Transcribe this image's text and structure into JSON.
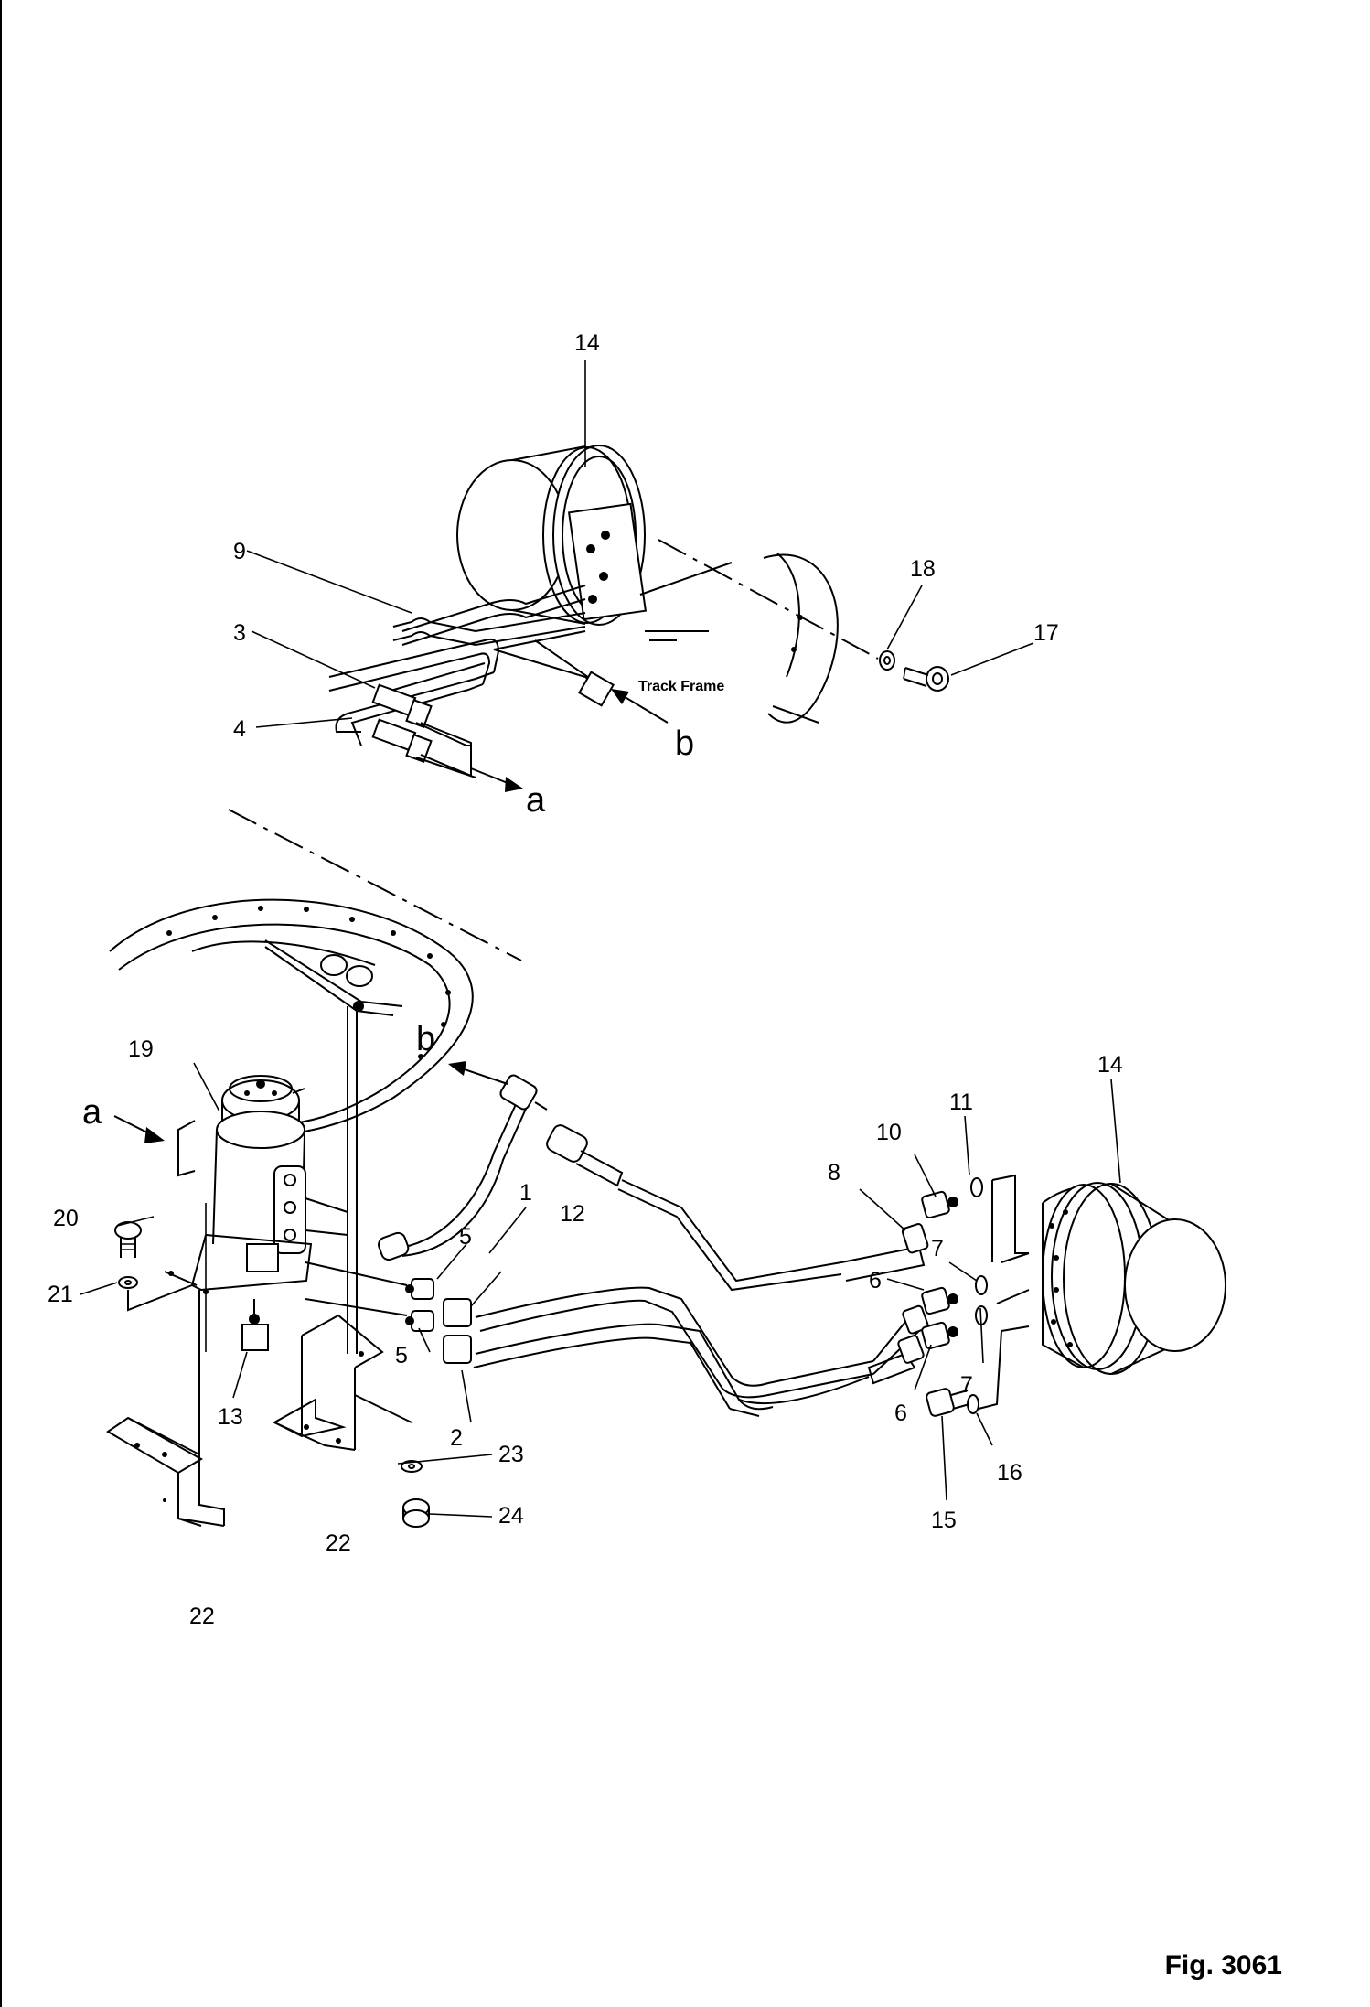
{
  "figure_label": "Fig. 3061",
  "view_refs": [
    "a",
    "b"
  ],
  "frame_label": "Track Frame",
  "callouts": {
    "c1": "1",
    "c2": "2",
    "c3": "3",
    "c4": "4",
    "c5a": "5",
    "c5b": "5",
    "c6a": "6",
    "c6b": "6",
    "c7a": "7",
    "c7b": "7",
    "c8": "8",
    "c9": "9",
    "c10": "10",
    "c11": "11",
    "c12": "12",
    "c13": "13",
    "c14a": "14",
    "c14b": "14",
    "c15": "15",
    "c16": "16",
    "c17": "17",
    "c18": "18",
    "c19": "19",
    "c20": "20",
    "c21": "21",
    "c22a": "22",
    "c22b": "22",
    "c23": "23",
    "c24": "24"
  }
}
